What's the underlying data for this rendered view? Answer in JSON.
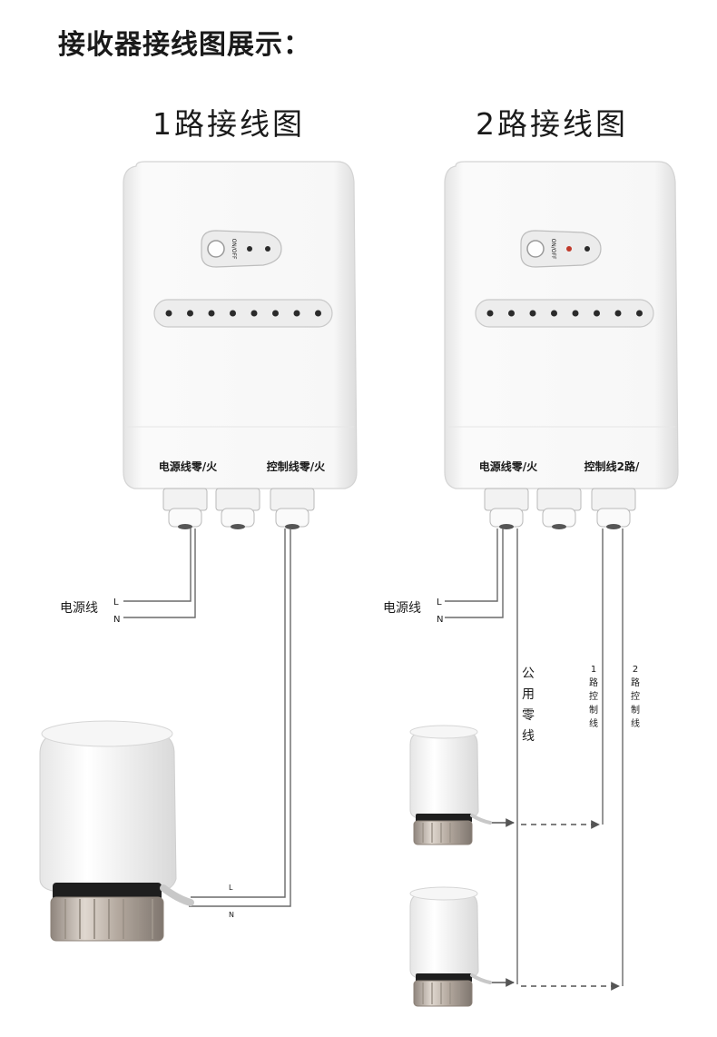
{
  "heading": "接收器接线图展示：",
  "diagram_1": {
    "title": "1路接线图",
    "on_off_label": "ON/OFF",
    "power_terminal_label": "电源线零/火",
    "control_terminal_label": "控制线零/火",
    "power_line_label": "电源线",
    "live_label": "L",
    "neutral_label": "N",
    "actuator_live_label": "L",
    "actuator_neutral_label": "N"
  },
  "diagram_2": {
    "title": "2路接线图",
    "on_off_label": "ON/OFF",
    "power_terminal_label": "电源线零/火",
    "control_terminal_label": "控制线2路/",
    "power_line_label": "电源线",
    "live_label": "L",
    "neutral_label": "N",
    "common_neutral_label": "公用零线",
    "route1_label": "1路控制线",
    "route2_label": "2路控制线"
  },
  "colors": {
    "wire": "#6a6a6a",
    "device_body": "#f2f2f2",
    "led": "#2b2b2b",
    "led_red": "#c0392b"
  }
}
